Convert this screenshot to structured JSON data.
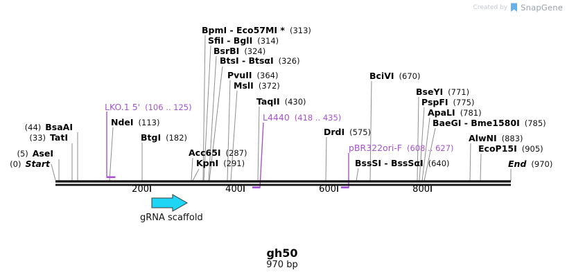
{
  "branding": {
    "created_by": "Created by",
    "brand": "SnapGene"
  },
  "map": {
    "name": "gh50",
    "length": "970 bp"
  },
  "ruler": {
    "ticks": [
      "200",
      "400",
      "600",
      "800"
    ]
  },
  "markers": {
    "start": {
      "pos": "(0)",
      "name": "Start"
    },
    "end": {
      "name": "End",
      "pos": "(970)"
    }
  },
  "sites": {
    "asei": {
      "pos": "(5)",
      "name": "AseI"
    },
    "tati": {
      "pos": "(33)",
      "name": "TatI"
    },
    "bsaai": {
      "pos": "(44)",
      "name": "BsaAI"
    },
    "ndei": {
      "name": "NdeI",
      "pos": "(113)"
    },
    "btgi": {
      "name": "BtgI",
      "pos": "(182)"
    },
    "acc65i": {
      "name": "Acc65I",
      "pos": "(287)"
    },
    "kpni": {
      "name": "KpnI",
      "pos": "(291)"
    },
    "bpmi": {
      "name": "BpmI - Eco57MI *",
      "pos": "(313)"
    },
    "sfii": {
      "name": "SfiI - BglI",
      "pos": "(314)"
    },
    "bsrbi": {
      "name": "BsrBI",
      "pos": "(324)"
    },
    "btsi": {
      "name": "BtsI - BtsαI",
      "pos": "(326)"
    },
    "pvuii": {
      "name": "PvuII",
      "pos": "(364)"
    },
    "msli": {
      "name": "MslI",
      "pos": "(372)"
    },
    "taqii": {
      "name": "TaqII",
      "pos": "(430)"
    },
    "drdi": {
      "name": "DrdI",
      "pos": "(575)"
    },
    "bsssi": {
      "name": "BssSI - BssSαI",
      "pos": "(640)"
    },
    "bcivi": {
      "name": "BciVI",
      "pos": "(670)"
    },
    "bseyi": {
      "name": "BseYI",
      "pos": "(771)"
    },
    "pspfi": {
      "name": "PspFI",
      "pos": "(775)"
    },
    "apali": {
      "name": "ApaLI",
      "pos": "(781)"
    },
    "baegi": {
      "name": "BaeGI - Bme1580I",
      "pos": "(785)"
    },
    "alwni": {
      "name": "AlwNI",
      "pos": "(883)"
    },
    "ecop15i": {
      "name": "EcoP15I",
      "pos": "(905)"
    }
  },
  "primers": {
    "lko": {
      "name": "LKO.1 5'",
      "range": "(106 .. 125)"
    },
    "l4440": {
      "name": "L4440",
      "range": "(418 .. 435)"
    },
    "pbr": {
      "name": "pBR322ori-F",
      "range": "(608 .. 627)"
    }
  },
  "features": {
    "grna": {
      "label": "gRNA scaffold"
    }
  },
  "colors": {
    "primer": "#a752d2",
    "arrow": "#1ed5f5",
    "leader": "#8d8d8d",
    "line": "#151515",
    "brandBlue": "#68b1e8",
    "brandText": "#99a1a9",
    "createdText": "#c5cad0"
  }
}
